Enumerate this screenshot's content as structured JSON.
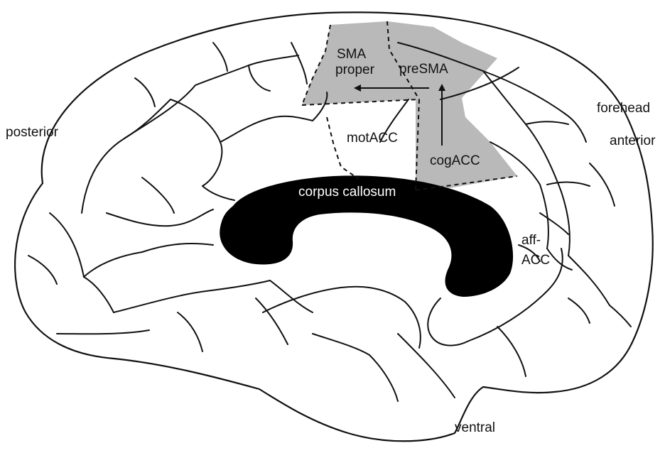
{
  "labels": {
    "posterior": "posterior",
    "forehead": "forehead",
    "anterior": "anterior",
    "ventral": "ventral",
    "corpus_callosum": "corpus callosum",
    "sma_proper_line1": "SMA",
    "sma_proper_line2": "proper",
    "presma": "preSMA",
    "motacc": "motACC",
    "cogacc": "cogACC",
    "affacc_line1": "aff-",
    "affacc_line2": "ACC"
  },
  "colors": {
    "region_fill": "#b9b9b9",
    "callosum_fill": "#000000",
    "line": "#111111",
    "background": "#ffffff"
  }
}
